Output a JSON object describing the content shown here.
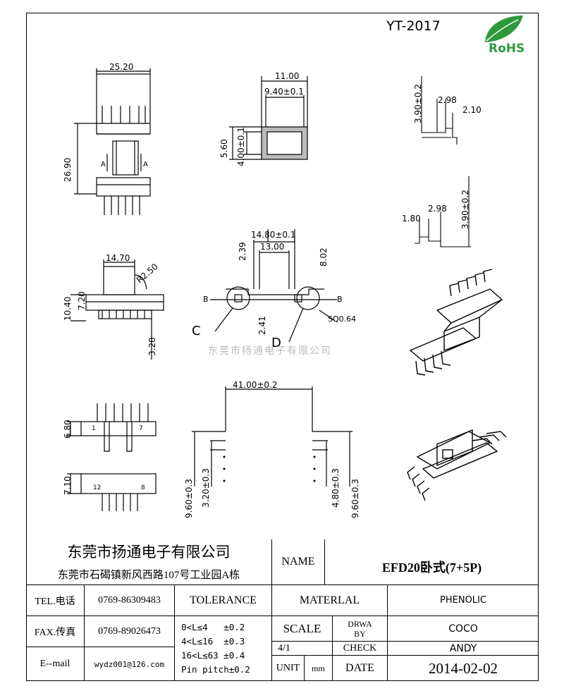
{
  "header": {
    "model_code": "YT-2017",
    "rohs_label": "RoHS"
  },
  "watermark": "东莞市扬通电子有限公司",
  "dimensions": {
    "top_width": "25.20",
    "top_height": "26.90",
    "section_a": "A",
    "box_outer": "11.00",
    "box_inner": "9.40±0.1",
    "box_h1": "5.60",
    "box_h2": "4.00±0.1",
    "side_h": "3.90±0.2",
    "side_w1": "2.98",
    "side_w2": "2.10",
    "side2_w1": "1.80",
    "side2_w2": "2.98",
    "side2_h": "3.90±0.2",
    "front_w": "14.70",
    "front_r": "R2.50",
    "front_h1": "10.40",
    "front_h2": "7.20",
    "front_h3": "3.20",
    "mid_w1": "14.80±0.1",
    "mid_w2": "13.00",
    "mid_h1": "2.39",
    "mid_h2": "8.02",
    "mid_h3": "2.41",
    "mid_sq": "SQ0.64",
    "mid_b": "B",
    "mid_c": "C",
    "mid_d": "D",
    "pin_h1": "6.80",
    "pin_h2": "7.10",
    "pin_1": "1",
    "pin_7": "7",
    "pin_12": "12",
    "pin_8": "8",
    "pcb_w": "41.00±0.2",
    "pcb_l1": "9.60±0.3",
    "pcb_l2": "3.20±0.3",
    "pcb_r1": "4.80±0.3",
    "pcb_r2": "9.60±0.3"
  },
  "title_block": {
    "company_cn": "东莞市扬通电子有限公司",
    "address_cn": "东莞市石碣镇新风西路107号工业园A栋",
    "name_label": "NAME",
    "name_value": "EFD20卧式(7+5P)",
    "tel_label": "TEL.电话",
    "tel_value": "0769-86309483",
    "fax_label": "FAX.传真",
    "fax_value": "0769-89026473",
    "email_label": "E--mail",
    "email_value": "wydz001@126.com",
    "tolerance_label": "TOLERANCE",
    "tol_1": "0<L≤4   ±0.2",
    "tol_2": "4<L≤16  ±0.3",
    "tol_3": "16<L≤63 ±0.4",
    "tol_4": "Pin pitch±0.2",
    "material_label": "MATERLAL",
    "material_value": "PHENOLIC",
    "scale_label": "SCALE",
    "scale_value": "4/1",
    "drawn_label_1": "DRWA",
    "drawn_label_2": "BY",
    "drawn_value": "COCO",
    "check_label": "CHECK",
    "check_value": "ANDY",
    "unit_label": "UNIT",
    "unit_value": "mm",
    "date_label": "DATE",
    "date_value": "2014-02-02"
  }
}
